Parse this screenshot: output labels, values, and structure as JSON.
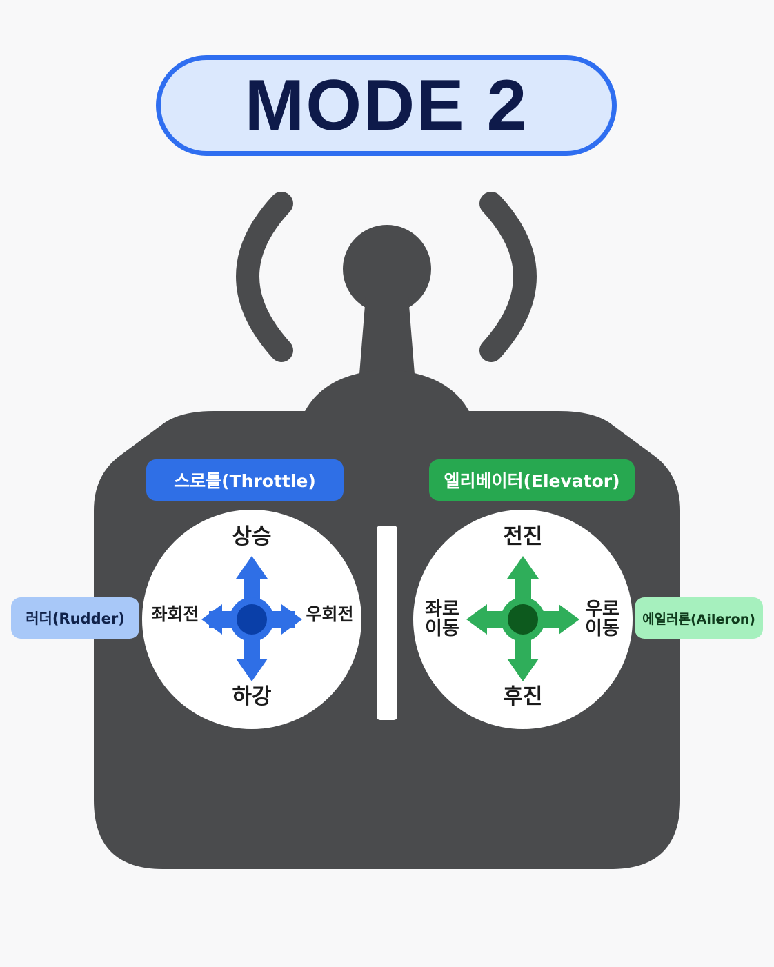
{
  "title": "MODE 2",
  "colors": {
    "background": "#f8f8f9",
    "body": "#4a4b4d",
    "badge_border": "#2f6ef0",
    "badge_fill": "#dbe8fd",
    "left_stick": "#2f6fe6",
    "right_stick": "#27a850"
  },
  "left_stick": {
    "label": "스로틀(Throttle)",
    "side_label": "러더(Rudder)",
    "up": "상승",
    "down": "하강",
    "left": "좌회전",
    "right": "우회전"
  },
  "right_stick": {
    "label": "엘리베이터(Elevator)",
    "side_label": "에일러론(Aileron)",
    "up": "전진",
    "down": "후진",
    "left_line1": "좌로",
    "left_line2": "이동",
    "right_line1": "우로",
    "right_line2": "이동"
  },
  "icons": [
    "antenna-icon",
    "signal-wave-left-icon",
    "signal-wave-right-icon",
    "four-way-arrow-icon"
  ]
}
